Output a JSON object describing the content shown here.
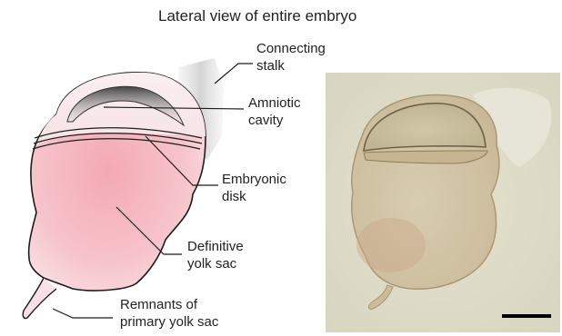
{
  "title": "Lateral view of entire embryo",
  "labels": {
    "connecting_stalk": [
      "Connecting",
      "stalk"
    ],
    "amniotic_cavity": [
      "Amniotic",
      "cavity"
    ],
    "embryonic_disk": [
      "Embryonic",
      "disk"
    ],
    "definitive_yolk_sac": [
      "Definitive",
      "yolk sac"
    ],
    "remnants_primary_yolk_sac": [
      "Remnants of",
      "primary yolk sac"
    ]
  }
}
